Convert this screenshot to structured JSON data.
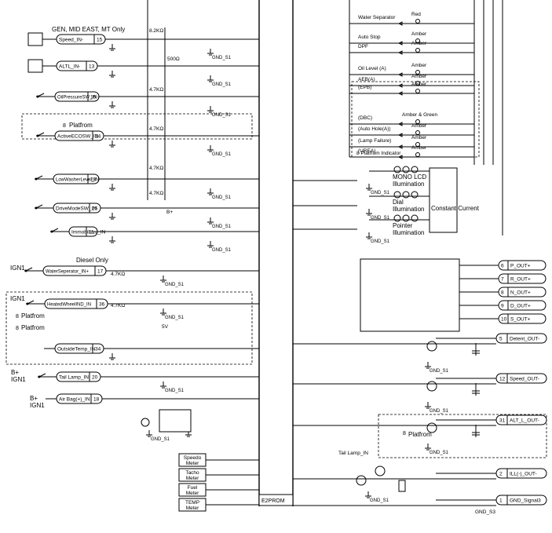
{
  "top_left": {
    "market": "GEN, MID EAST, MT Only"
  },
  "inputs": [
    {
      "label": "Speed_IN-",
      "pin": "15"
    },
    {
      "label": "ALTL_IN-",
      "pin": "13"
    },
    {
      "label": "OilPressureSW_IN-",
      "pin": "19"
    },
    {
      "label": "ActiveECOSW_IN",
      "pin": "24"
    },
    {
      "label": "LowWasherLevel_IN",
      "pin": "28"
    },
    {
      "label": "DriveModeSW_IN",
      "pin": "25"
    },
    {
      "label": "Immobilizer_IN",
      "pin": "11"
    },
    {
      "label": "WaterSeperator_IN+",
      "pin": "17"
    },
    {
      "label": "HeatedWheelIND_IN",
      "pin": "36"
    },
    {
      "label": "OutsideTemp_IN",
      "pin": "34"
    },
    {
      "label": "Tail Lamp_IN",
      "pin": "20"
    },
    {
      "label": "Air Bag(+)_IN",
      "pin": "18"
    }
  ],
  "resistors": {
    "r1": "8.2KΩ",
    "r2": "500Ω",
    "r3": "4.7KΩ",
    "r4": "4.7KΩ",
    "r5": "4.7KΩ",
    "r6": "4.7KΩ",
    "r7": "4.7KΩ",
    "r8": "4.7KΩ"
  },
  "grounds": {
    "gnd": "GND_S1",
    "gnd3": "GND_S3"
  },
  "labels": {
    "platform_1": "Platfrom",
    "diesel_only": "Diesel Only",
    "ign1": "IGN1",
    "platform_2": "Platfrom",
    "platform_3": "Platfrom",
    "b_plus": "B+",
    "five_v": "5V",
    "platform_4": "Platfrom",
    "platform_indicator": "Platfrom Indicator",
    "platform_prefix": "8"
  },
  "meters": [
    "Speedo Meter",
    "Tacho Meter",
    "Fuel Meter",
    "TEMP Meter"
  ],
  "e2prom": "E2PROM",
  "indicators": [
    {
      "name": "Water Separator",
      "color": "Red"
    },
    {
      "name": "Auto Stop",
      "color": "Amber"
    },
    {
      "name": "DPF",
      "color": "Amber"
    },
    {
      "name": "Oil Level (A)",
      "color": "Amber"
    },
    {
      "name": "AEB(A)",
      "color": "Amber"
    },
    {
      "name": "(EPB)",
      "color": "Amber"
    },
    {
      "name": "(DBC)",
      "color": "Amber & Green"
    },
    {
      "name": "(Auto Hole(A))",
      "color": "Amber"
    },
    {
      "name": "(Lamp Failure)",
      "color": "Amber"
    },
    {
      "name": "(UREA)",
      "color": "Amber"
    }
  ],
  "illumination": [
    "MONO LCD Illumination",
    "Dial Illumination",
    "Pointer Illumination"
  ],
  "constant_current": "Constant Current",
  "outputs_top": [
    {
      "pin": "6",
      "label": "P_OUT+"
    },
    {
      "pin": "7",
      "label": "R_OUT+"
    },
    {
      "pin": "8",
      "label": "N_OUT+"
    },
    {
      "pin": "9",
      "label": "D_OUT+"
    },
    {
      "pin": "10",
      "label": "S_OUT+"
    }
  ],
  "outputs_bottom": [
    {
      "pin": "5",
      "label": "Detent_OUT-"
    },
    {
      "pin": "12",
      "label": "Speed_OUT-"
    },
    {
      "pin": "31",
      "label": "ALT_L_OUT-"
    },
    {
      "pin": "2",
      "label": "ILL(-)_OUT-"
    },
    {
      "pin": "1",
      "label": "GND_Signal3"
    }
  ],
  "tail_lamp_in": "Tail Lamp_IN"
}
